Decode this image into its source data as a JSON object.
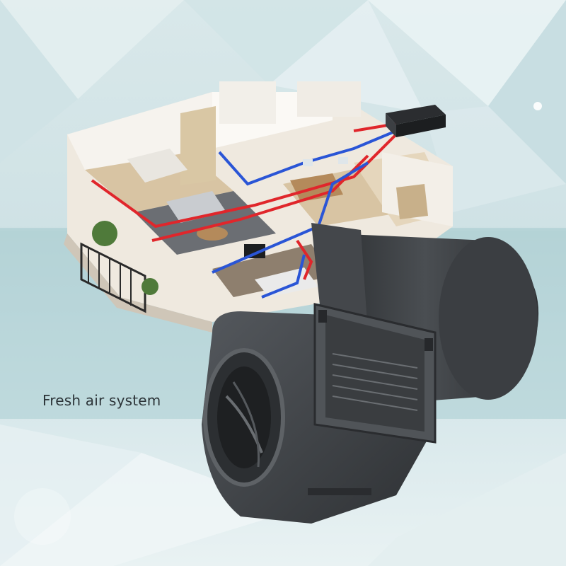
{
  "caption": "Fresh air system",
  "colors": {
    "background_light": "#e4eff1",
    "background_band": "#a8ccd1",
    "duct_red": "#e0262b",
    "duct_blue": "#2a55d6",
    "blower_housing": "#3a3d40",
    "wall": "#f4f1ec",
    "floor": "#d8c4a3"
  },
  "icons": [
    "house-cutaway",
    "blower-fan",
    "duct-unit"
  ]
}
